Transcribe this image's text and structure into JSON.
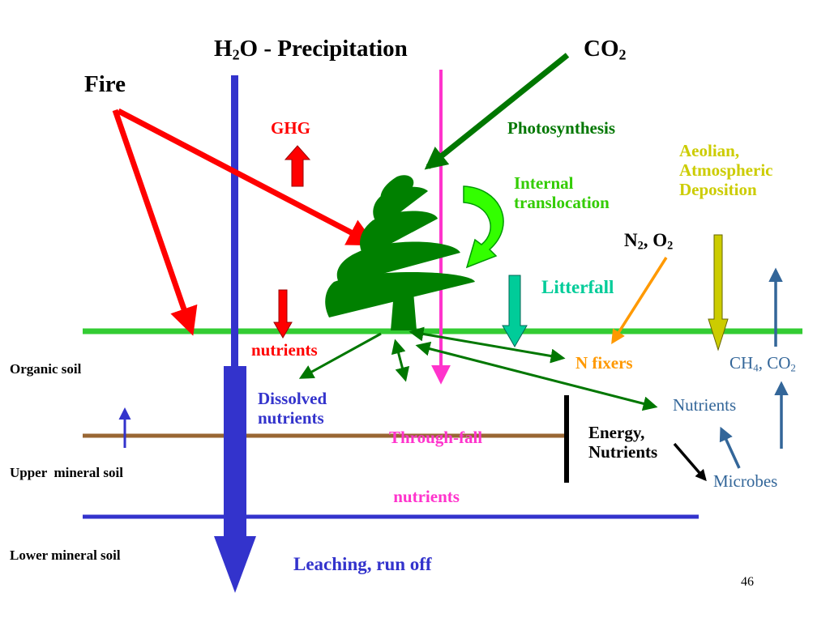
{
  "diagram": {
    "inputs": {
      "h2o_precipitation": {
        "main": "H",
        "sub": "2",
        "rest": "O - Precipitation"
      },
      "co2": {
        "main": "CO",
        "sub": "2"
      },
      "fire": "Fire"
    },
    "labels": {
      "ghg": "GHG",
      "photosynthesis": "Photosynthesis",
      "aeolian": [
        "Aeolian,",
        "Atmospheric",
        "Deposition"
      ],
      "internal_translocation": [
        "Internal",
        "translocation"
      ],
      "n2_o2": {
        "a": "N",
        "a_sub": "2",
        "b": ", O",
        "b_sub": "2"
      },
      "litterfall": "Litterfall",
      "nutrients_red": "nutrients",
      "n_fixers": "N fixers",
      "ch4_co2": {
        "a": "CH",
        "a_sub": "4",
        "b": ", CO",
        "b_sub": "2"
      },
      "dissolved_nutrients": [
        "Dissolved",
        "nutrients"
      ],
      "through_fall_nutrients": [
        "Through-fall",
        " nutrients"
      ],
      "nutrients_blue": "Nutrients",
      "energy_nutrients": [
        "Energy,",
        "Nutrients"
      ],
      "microbes": "Microbes",
      "leaching": "Leaching, run off",
      "page_number": "46"
    },
    "soil_layers": {
      "organic": "Organic soil",
      "upper_mineral": "Upper  mineral soil",
      "lower_mineral": "Lower mineral soil"
    },
    "colors": {
      "water": "#3333cc",
      "fire": "#ff0000",
      "co2_arrow": "#007700",
      "tree": "#008000",
      "through_fall": "#ff33cc",
      "translocation": "#33ff00",
      "aeolian": "#cccc00",
      "litterfall": "#00cc99",
      "n_fixer": "#ff9900",
      "microbe": "#336699",
      "ground": "#33cc33",
      "mineral_boundary": "#996633",
      "soil_arrow": "#007700"
    }
  }
}
